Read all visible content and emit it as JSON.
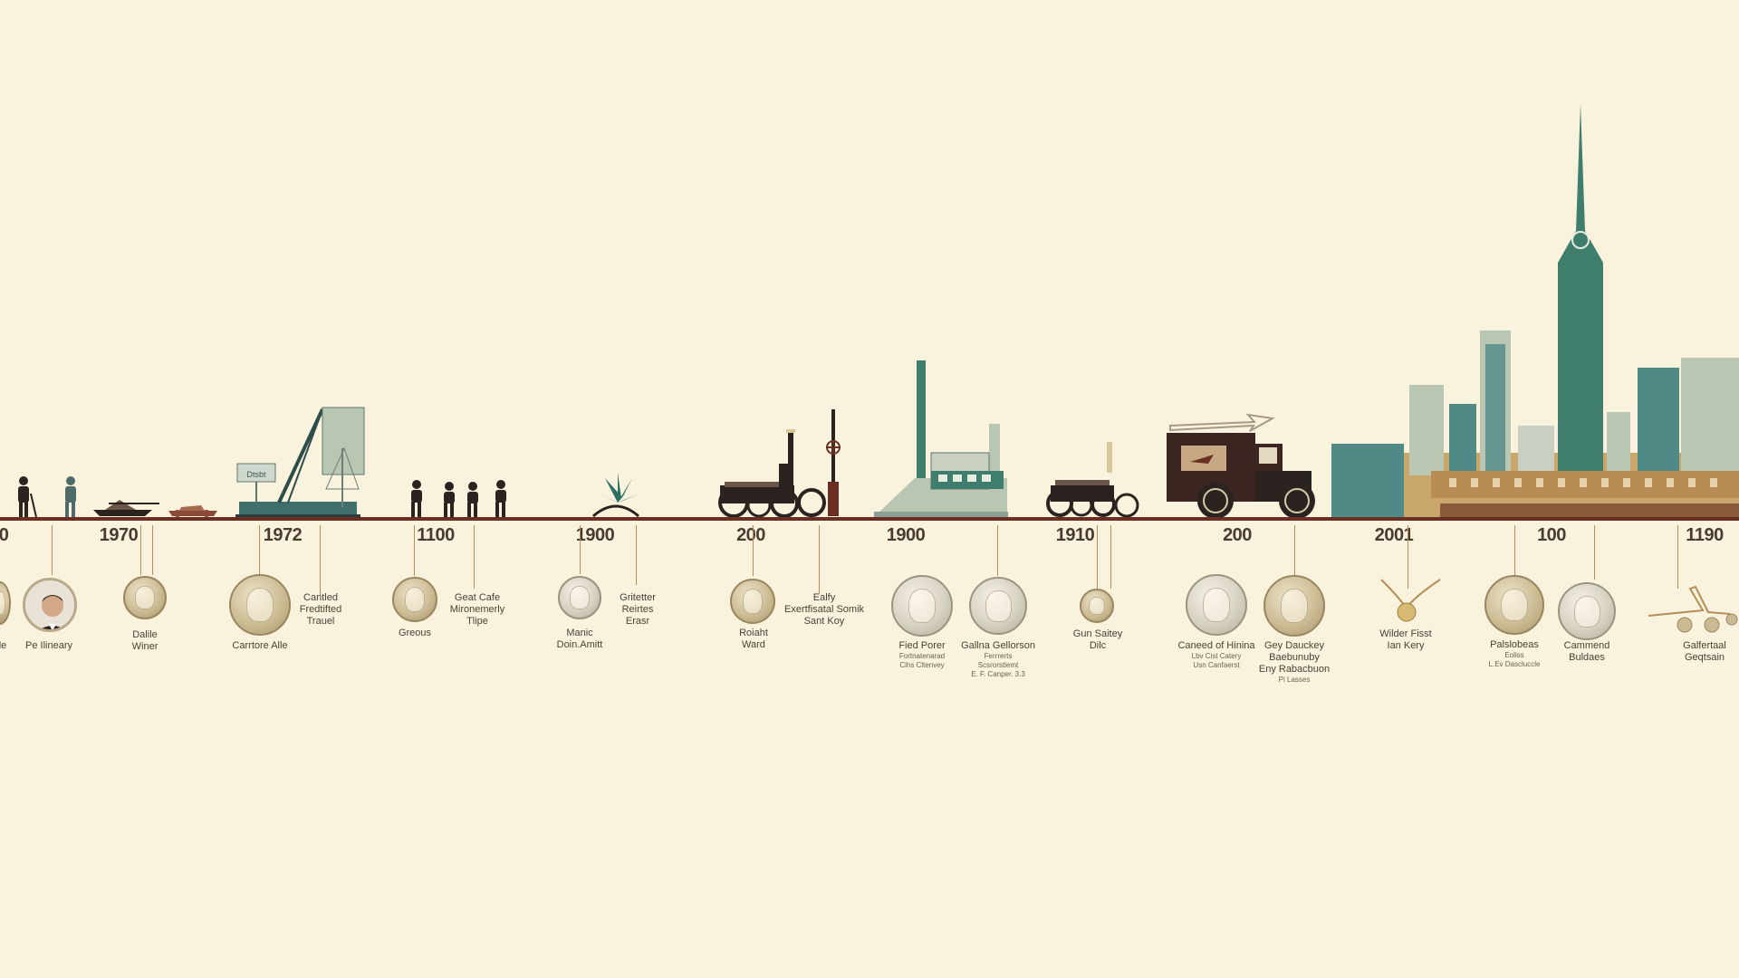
{
  "timeline": {
    "years": [
      {
        "id": "y0",
        "text": "0"
      },
      {
        "id": "y1",
        "text": "1970"
      },
      {
        "id": "y2",
        "text": "1972"
      },
      {
        "id": "y3",
        "text": "1100"
      },
      {
        "id": "y4",
        "text": "1900"
      },
      {
        "id": "y5",
        "text": "200"
      },
      {
        "id": "y6",
        "text": "1900"
      },
      {
        "id": "y7",
        "text": "1910"
      },
      {
        "id": "y8",
        "text": "200"
      },
      {
        "id": "y9",
        "text": "2001"
      },
      {
        "id": "y10",
        "text": "100"
      },
      {
        "id": "y11",
        "text": "1190"
      }
    ],
    "sign_text": "Dtsbt",
    "milestones": [
      {
        "lines": [
          "le"
        ]
      },
      {
        "lines": [
          "Pe Ilineary"
        ]
      },
      {
        "lines": [
          "Dalile",
          "Winer"
        ]
      },
      {
        "lines": [
          "Carrtore Alle"
        ]
      },
      {
        "lines": [
          "Cantled",
          "Fredtifted",
          "Trauel"
        ]
      },
      {
        "lines": [
          "Greous"
        ]
      },
      {
        "lines": [
          "Geat Cafe",
          "Mironemerly",
          "Tlipe"
        ]
      },
      {
        "lines": [
          "Manic",
          "Doin.Amitt"
        ]
      },
      {
        "lines": [
          "Gritetter",
          "Reirtes",
          "Erasr"
        ]
      },
      {
        "lines": [
          "Roiaht",
          "Ward"
        ]
      },
      {
        "lines": [
          "Ealfy",
          "Exertfisatal Somik",
          "Sant Koy"
        ]
      },
      {
        "lines": [
          "Fied Porer"
        ],
        "sub": [
          "Fortnatenarad",
          "Cihs Cltenvey"
        ]
      },
      {
        "lines": [
          "Gallna Gellorson"
        ],
        "sub": [
          "Ferrrerts",
          "Scsrorstlemt",
          "E. F. Canper. 3.3"
        ]
      },
      {
        "lines": [
          "Gun Saitey",
          "Dilc"
        ]
      },
      {
        "lines": [
          "Caneed of Hinina"
        ],
        "sub": [
          "Lbv Cist Catery",
          "Usn Canfaerst"
        ]
      },
      {
        "lines": [
          "Gey Dauckey",
          "Baebunuby",
          "Eny Rabacbuon"
        ],
        "sub": [
          "Pi Lasses"
        ]
      },
      {
        "lines": [
          "Wilder Fisst",
          "Ian Kery"
        ]
      },
      {
        "lines": [
          "Palslobeas"
        ],
        "sub": [
          "Eoliss",
          "L.Ev Dascluccle"
        ]
      },
      {
        "lines": [
          "Cammend",
          "Buldaes"
        ]
      },
      {
        "lines": [
          "Galfertaal",
          "Geqtsain"
        ]
      }
    ]
  },
  "colors": {
    "background": "#f9f2dc",
    "axis": "#6a2f22",
    "silhouette": "#2b2320",
    "teal": "#3f7d6c",
    "sage": "#b9c6b2",
    "brick": "#c9a66b"
  }
}
